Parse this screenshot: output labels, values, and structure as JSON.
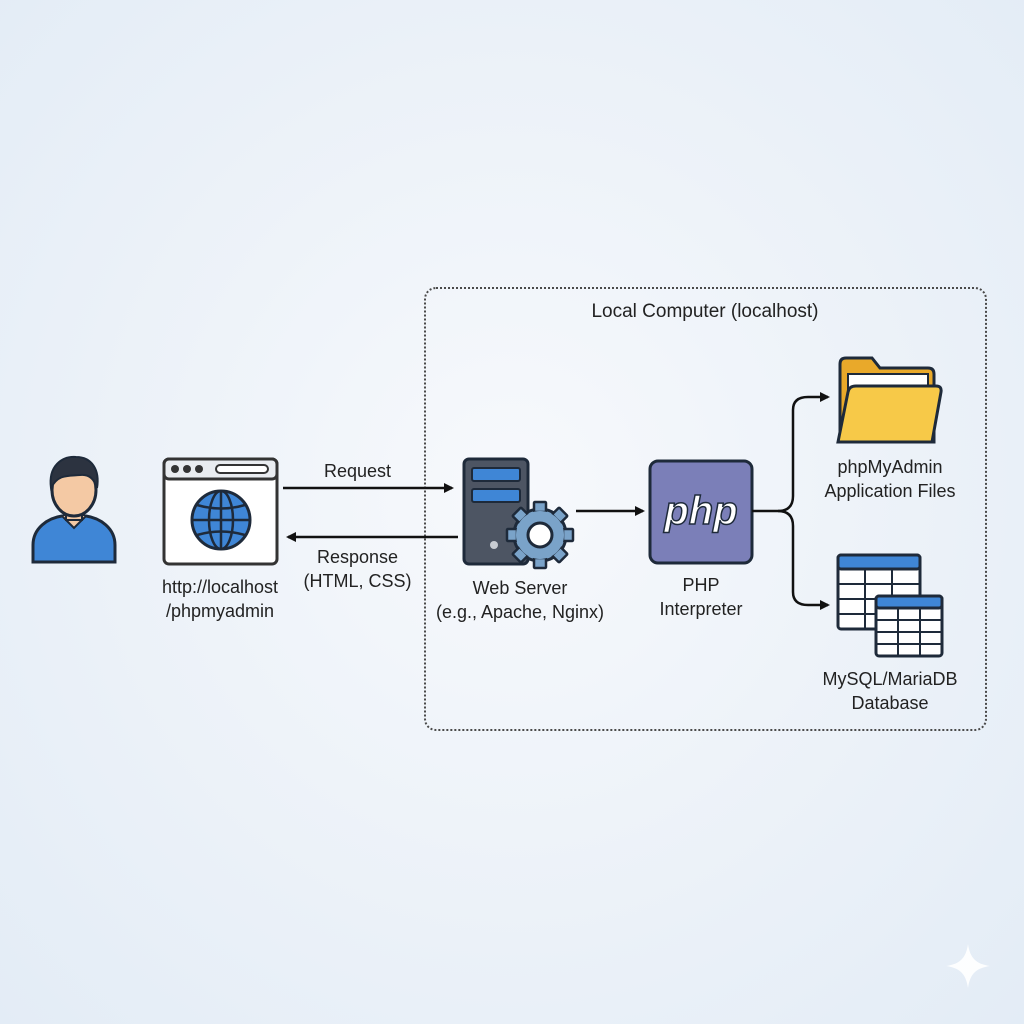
{
  "diagram": {
    "group_label": "Local Computer (localhost)",
    "nodes": {
      "user": {
        "icon": "user-icon"
      },
      "browser": {
        "icon": "browser-window-icon",
        "url_line1": "http://localhost",
        "url_line2": "/phpmyadmin"
      },
      "web_server": {
        "icon": "server-gear-icon",
        "title": "Web Server",
        "subtitle": "(e.g., Apache, Nginx)"
      },
      "php": {
        "icon": "php-logo-icon",
        "logo_text": "php",
        "title": "PHP",
        "subtitle": "Interpreter"
      },
      "app_files": {
        "icon": "folder-icon",
        "title": "phpMyAdmin",
        "subtitle": "Application Files"
      },
      "database": {
        "icon": "database-table-icon",
        "title": "MySQL/MariaDB",
        "subtitle": "Database"
      }
    },
    "edges": {
      "request": {
        "label": "Request"
      },
      "response": {
        "label_line1": "Response",
        "label_line2": "(HTML, CSS)"
      }
    }
  },
  "colors": {
    "accent_blue": "#3f86d6",
    "php_purple": "#7b7fb8",
    "folder_yellow": "#f7c948",
    "server_dark": "#4d5563"
  },
  "watermark": {
    "icon": "sparkle-icon"
  }
}
